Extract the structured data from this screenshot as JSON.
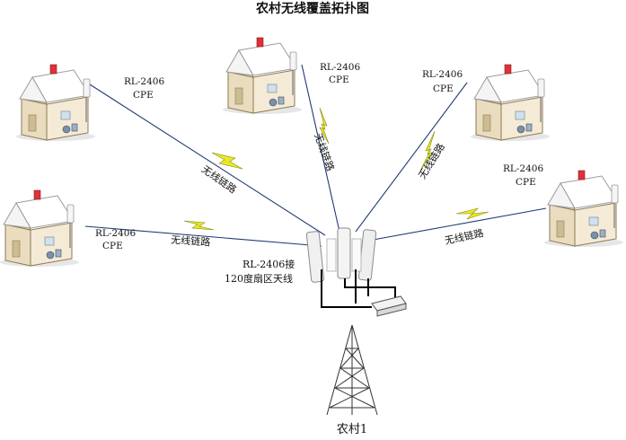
{
  "title": "农村无线覆盖拓扑图",
  "cpe_model": "RL-2406",
  "cpe_type": "CPE",
  "link_label": "无线链路",
  "ap_label_line1": "RL-2406接",
  "ap_label_line2": "120度扇区天线",
  "site_label": "农村1",
  "colors": {
    "link_line": "#1f3a73",
    "bolt_fill": "#e8e82a",
    "house_wall": "#f2e6cf",
    "house_roof": "#ffffff",
    "chimney": "#e0303a",
    "tower": "#333333",
    "cable": "#000000"
  }
}
